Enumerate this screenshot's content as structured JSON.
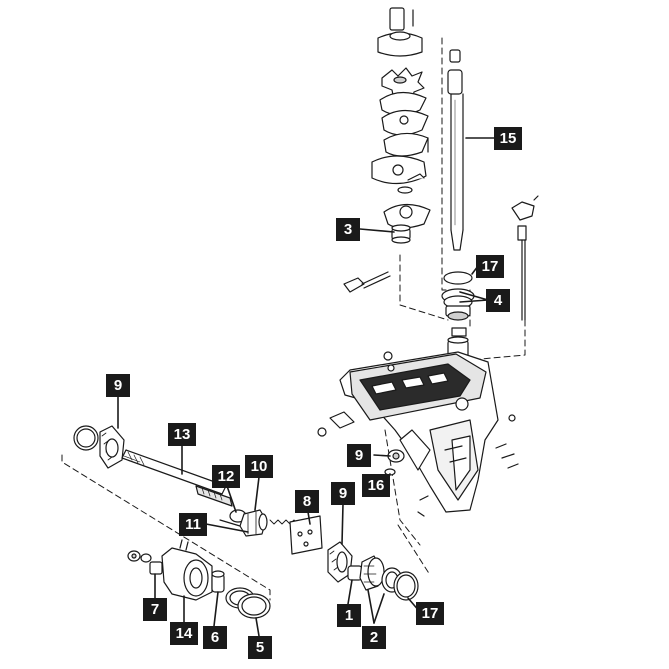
{
  "callouts": {
    "c1": "1",
    "c2": "2",
    "c3": "3",
    "c4": "4",
    "c5": "5",
    "c6": "6",
    "c7": "7",
    "c8": "8",
    "c9a": "9",
    "c9b": "9",
    "c9c": "9",
    "c10": "10",
    "c11": "11",
    "c12": "12",
    "c13": "13",
    "c14": "14",
    "c15": "15",
    "c16": "16",
    "c17a": "17",
    "c17b": "17"
  },
  "colors": {
    "line": "#1a1a1a",
    "callout_bg": "#1a1a1a",
    "callout_text": "#ffffff",
    "paper": "#ffffff"
  }
}
